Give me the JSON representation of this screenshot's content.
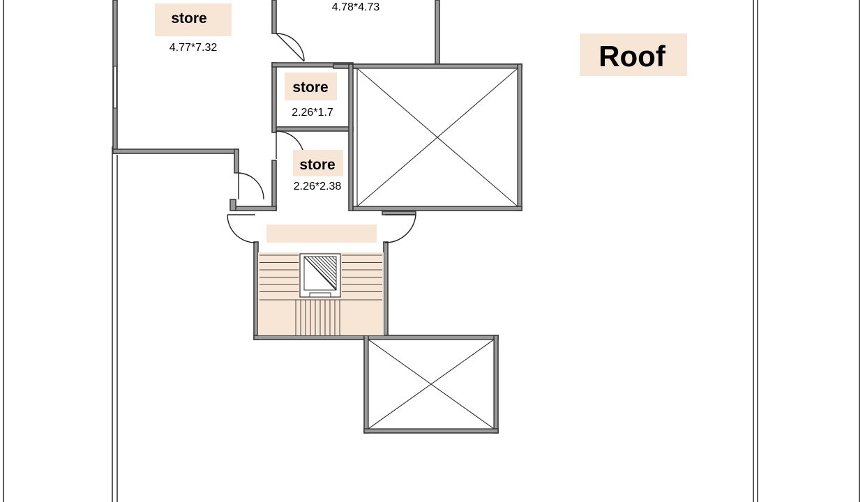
{
  "rooms": [
    {
      "name": "store",
      "size": "4.77*7.32"
    },
    {
      "name": "",
      "size": "4.78*4.73"
    },
    {
      "name": "store",
      "size": "2.26*1.7"
    },
    {
      "name": "store",
      "size": "2.26*2.38"
    }
  ],
  "roof_label": "Roof",
  "colors": {
    "label_tag": "#f7e6d6",
    "wall": "#9a9a9a",
    "line": "#333333"
  }
}
